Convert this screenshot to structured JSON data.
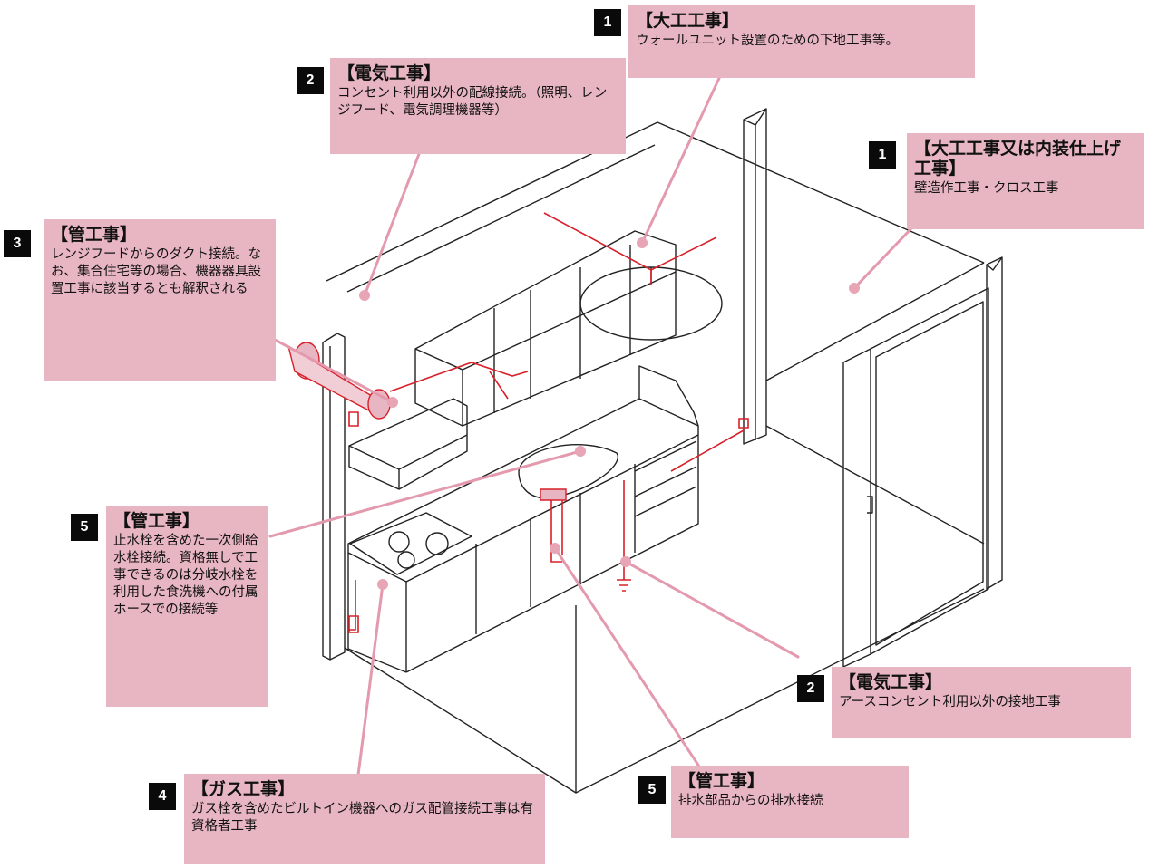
{
  "colors": {
    "callout_bg": "#e8b6c2",
    "leader": "#e49aae",
    "dot": "#e7a5b6",
    "pipe_red": "#d8202a",
    "line": "#222222",
    "number_bg": "#0a0a0a"
  },
  "callouts": [
    {
      "id": "carpentry-wall-unit",
      "number": "1",
      "title": "【大工工事】",
      "desc": "ウォールユニット設置のための下地工事等。"
    },
    {
      "id": "carpentry-interior",
      "number": "1",
      "title": "【大工工事又は内装仕上げ工事】",
      "desc": "壁造作工事・クロス工事"
    },
    {
      "id": "electrical-wiring",
      "number": "2",
      "title": "【電気工事】",
      "desc": "コンセント利用以外の配線接続。（照明、レンジフード、電気調理機器等）"
    },
    {
      "id": "pipe-duct",
      "number": "3",
      "title": "【管工事】",
      "desc": "レンジフードからのダクト接続。なお、集合住宅等の場合、機器器具設置工事に該当するとも解釈される"
    },
    {
      "id": "pipe-water-supply",
      "number": "5",
      "title": "【管工事】",
      "desc": "止水栓を含めた一次側給水栓接続。資格無しで工事できるのは分岐水栓を利用した食洗機への付属ホースでの接続等"
    },
    {
      "id": "electrical-ground",
      "number": "2",
      "title": "【電気工事】",
      "desc": "アースコンセント利用以外の接地工事"
    },
    {
      "id": "pipe-drain",
      "number": "5",
      "title": "【管工事】",
      "desc": "排水部品からの排水接続"
    },
    {
      "id": "gas-work",
      "number": "4",
      "title": "【ガス工事】",
      "desc": "ガス栓を含めたビルトイン機器へのガス配管接続工事は有資格者工事"
    }
  ]
}
